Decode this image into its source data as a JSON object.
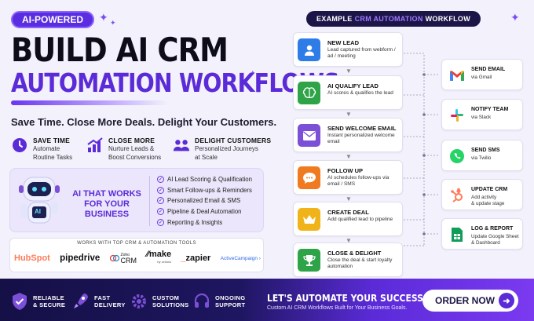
{
  "badge": "AI-POWERED",
  "headline": {
    "line1": "BUILD AI CRM",
    "line2": "AUTOMATION WORKFLOWS"
  },
  "tagline": "Save Time. Close More Deals. Delight Your Customers.",
  "features": [
    {
      "icon": "clock-icon",
      "title": "SAVE TIME",
      "desc1": "Automate",
      "desc2": "Routine Tasks"
    },
    {
      "icon": "growth-chart-icon",
      "title": "CLOSE MORE",
      "desc1": "Nurture Leads &",
      "desc2": "Boost Conversions"
    },
    {
      "icon": "users-icon",
      "title": "DELIGHT CUSTOMERS",
      "desc1": "Personalized Journeys",
      "desc2": "at Scale"
    }
  ],
  "ai_box": {
    "robot_label": "AI",
    "heading1": "AI THAT WORKS",
    "heading2": "FOR YOUR BUSINESS",
    "checks": [
      "AI Lead Scoring & Qualification",
      "Smart Follow-ups & Reminders",
      "Personalized Email & SMS",
      "Pipeline & Deal Automation",
      "Reporting & Insights"
    ]
  },
  "tools": {
    "heading": "WORKS WITH TOP CRM & AUTOMATION TOOLS",
    "logos": [
      {
        "name": "HubSpot",
        "color": "#ff7a59"
      },
      {
        "name": "pipedrive",
        "color": "#111111"
      },
      {
        "name": "Zoho CRM",
        "color": "#222222"
      },
      {
        "name": "make",
        "color": "#6d00cc"
      },
      {
        "name": "zapier",
        "color": "#111111"
      },
      {
        "name": "ActiveCampaign",
        "color": "#356ae6"
      }
    ],
    "zoho_small": "Zoho",
    "zoho_big": "CRM",
    "make_sub": "by celonis"
  },
  "workflow": {
    "head_a": "EXAMPLE",
    "head_b": "CRM AUTOMATION",
    "head_c": "WORKFLOW",
    "steps": [
      {
        "icon": "user-icon",
        "color": "#2e7ce8",
        "title": "NEW LEAD",
        "desc": "Lead captured from webform / ad / meeting"
      },
      {
        "icon": "brain-icon",
        "color": "#2ea347",
        "title": "AI QUALIFY LEAD",
        "desc": "AI scores & qualifies the lead"
      },
      {
        "icon": "envelope-icon",
        "color": "#7b4fd6",
        "title": "SEND WELCOME EMAIL",
        "desc": "Instant personalized welcome email"
      },
      {
        "icon": "chat-icon",
        "color": "#f07a1f",
        "title": "FOLLOW UP",
        "desc": "AI schedules follow-ups via email / SMS"
      },
      {
        "icon": "crown-icon",
        "color": "#f0b41a",
        "title": "CREATE DEAL",
        "desc": "Add qualified lead to pipeline"
      },
      {
        "icon": "trophy-icon",
        "color": "#2ea347",
        "title": "CLOSE & DELIGHT",
        "desc": "Close the deal & start loyalty automation"
      }
    ],
    "actions": [
      {
        "icon": "gmail-icon",
        "title": "SEND EMAIL",
        "desc1": "via Gmail",
        "desc2": ""
      },
      {
        "icon": "slack-icon",
        "title": "NOTIFY TEAM",
        "desc1": "via Slack",
        "desc2": ""
      },
      {
        "icon": "whatsapp-icon",
        "title": "SEND SMS",
        "desc1": "via Twilio",
        "desc2": ""
      },
      {
        "icon": "hubspot-icon",
        "title": "UPDATE CRM",
        "desc1": "Add activity",
        "desc2": "& update stage"
      },
      {
        "icon": "sheets-icon",
        "title": "LOG & REPORT",
        "desc1": "Update Google Sheet",
        "desc2": "& Dashboard"
      }
    ]
  },
  "bottom": {
    "badges": [
      {
        "icon": "shield-check-icon",
        "line1": "RELIABLE",
        "line2": "& SECURE"
      },
      {
        "icon": "rocket-icon",
        "line1": "FAST",
        "line2": "DELIVERY"
      },
      {
        "icon": "gear-icon",
        "line1": "CUSTOM",
        "line2": "SOLUTIONS"
      },
      {
        "icon": "headset-icon",
        "line1": "ONGOING",
        "line2": "SUPPORT"
      }
    ],
    "cta_head": "LET'S AUTOMATE YOUR SUCCESS!",
    "cta_sub": "Custom AI CRM Workflows Built for Your Business Goals.",
    "order_label": "ORDER NOW"
  }
}
